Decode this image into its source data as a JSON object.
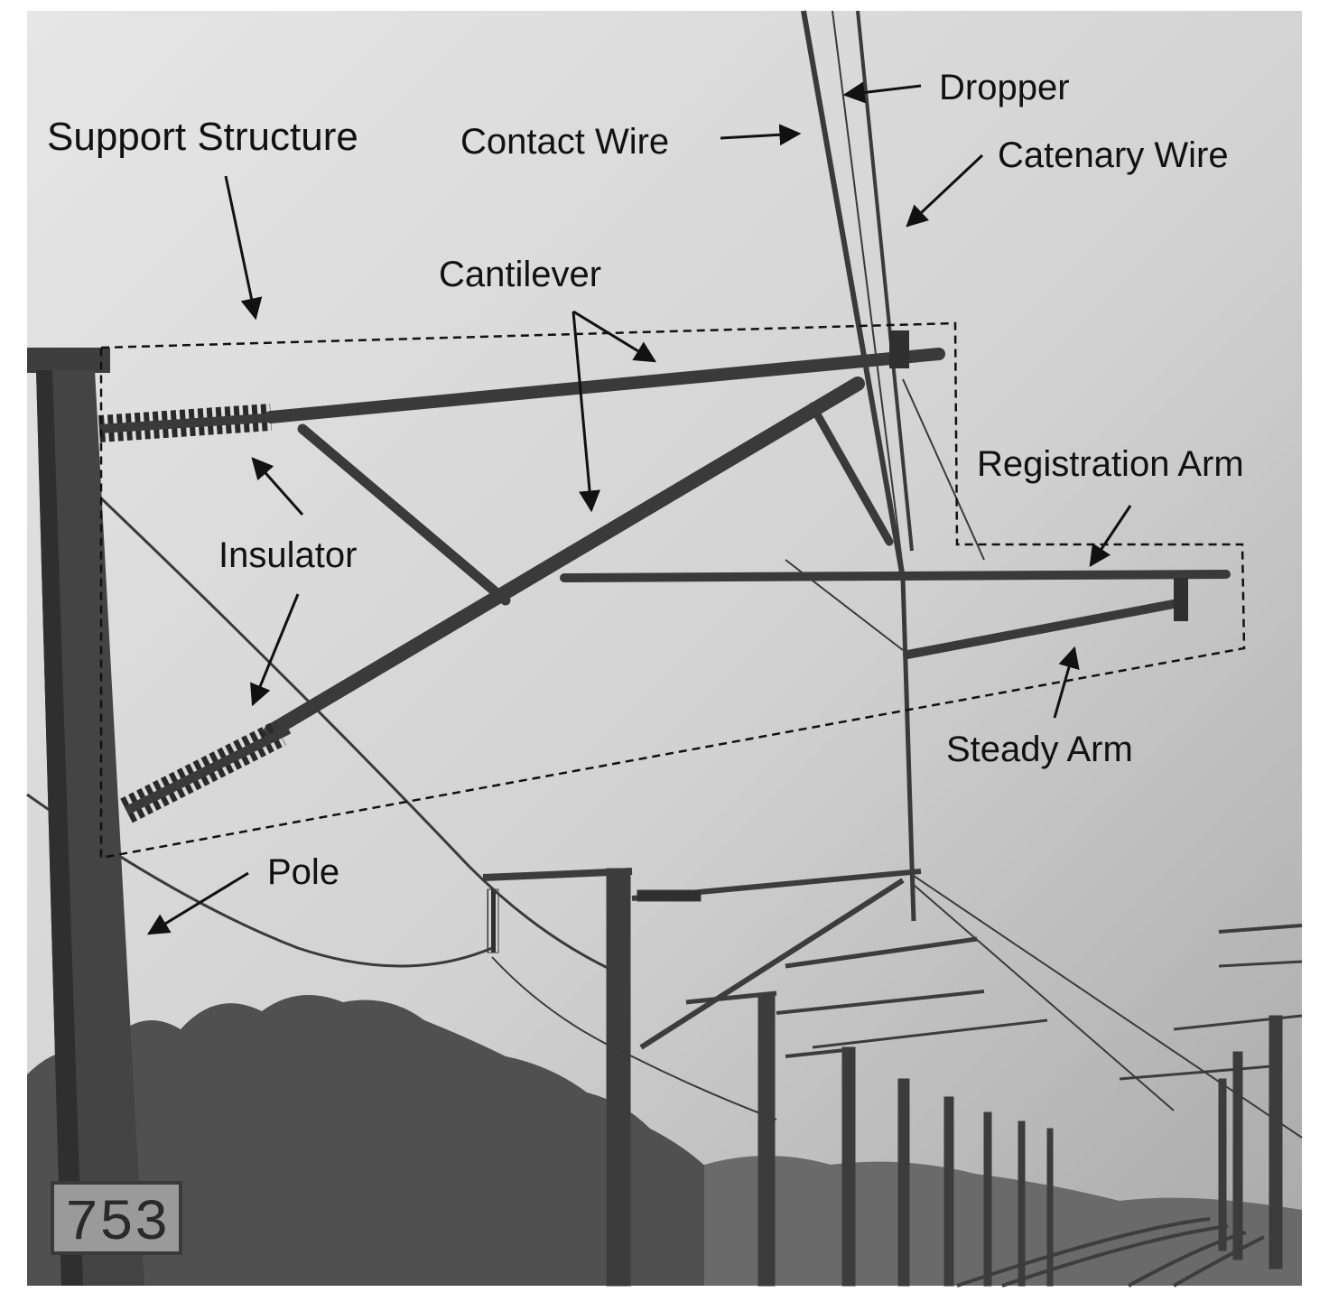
{
  "labels": {
    "support_structure": "Support Structure",
    "contact_wire": "Contact Wire",
    "dropper": "Dropper",
    "catenary_wire": "Catenary Wire",
    "cantilever": "Cantilever",
    "registration_arm": "Registration Arm",
    "insulator": "Insulator",
    "steady_arm": "Steady Arm",
    "pole": "Pole"
  },
  "pole_plate": {
    "number": "753"
  },
  "colors": {
    "sky_top": "#d8d8d8",
    "sky_bottom": "#b7b7b7",
    "structure": "#3a3a3a",
    "trees": "#4a4a4a",
    "annotation": "#111111"
  }
}
